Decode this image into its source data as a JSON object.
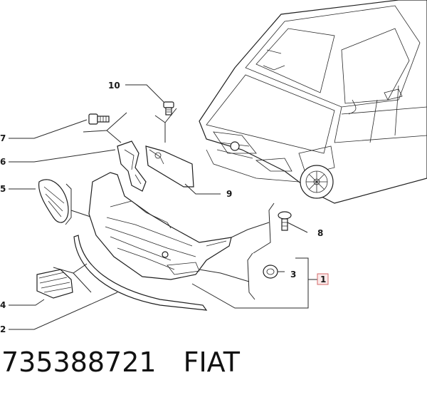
{
  "callouts": {
    "c1": "1",
    "c2": "2",
    "c3": "3",
    "c4": "4",
    "c5": "5",
    "c6": "6",
    "c7": "7",
    "c8": "8",
    "c9": "9",
    "c10": "10"
  },
  "footer": {
    "part_number": "735388721",
    "brand": "FIAT"
  },
  "colors": {
    "highlight_box": "#d46a6a",
    "ink": "#1a1a1a"
  }
}
